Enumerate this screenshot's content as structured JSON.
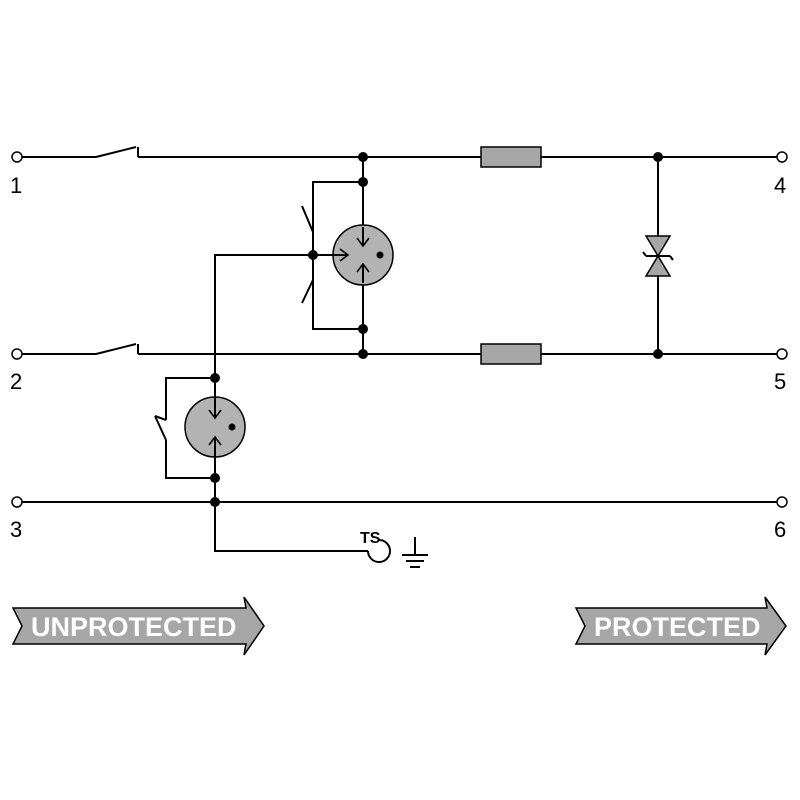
{
  "terminals": {
    "t1": "1",
    "t2": "2",
    "t3": "3",
    "t4": "4",
    "t5": "5",
    "t6": "6"
  },
  "thermal_switch_label": "TS",
  "arrows": {
    "unprotected": "UNPROTECTED",
    "protected": "PROTECTED"
  },
  "colors": {
    "component_fill": "#a6a6a6",
    "arrow_text": "#ffffff",
    "line": "#000000"
  }
}
